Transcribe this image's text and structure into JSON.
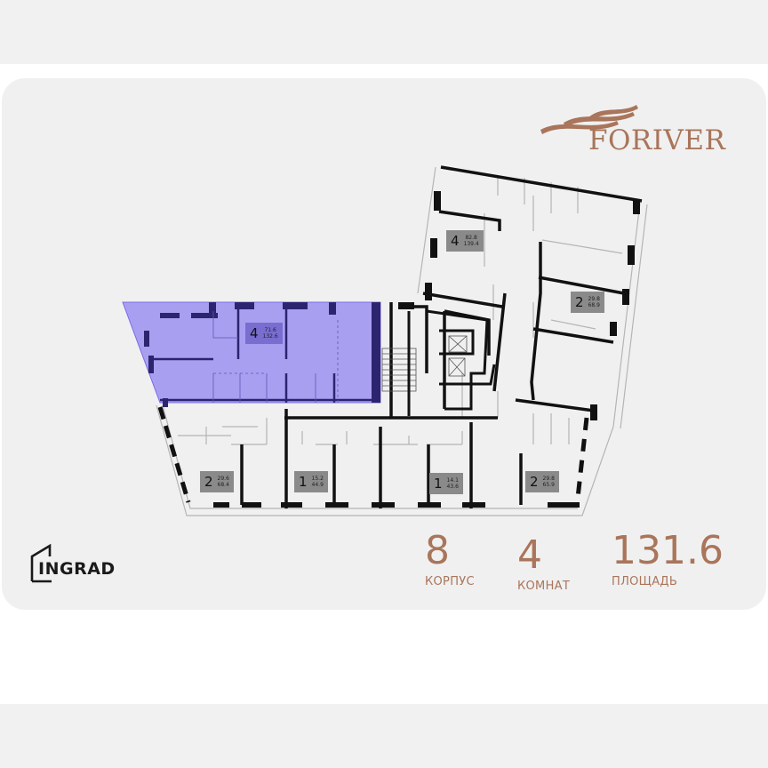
{
  "brand": {
    "logo_text": "FORIVER",
    "developer_logo_text": "INGRAD",
    "accent_color": "#a9755b",
    "highlight_color": "#8c80f0"
  },
  "stats": [
    {
      "value": "8",
      "label": "КОРПУС"
    },
    {
      "value": "4",
      "label": "КОМНАТ"
    },
    {
      "value": "131.6",
      "label": "ПЛОЩАДЬ"
    }
  ],
  "apartments": [
    {
      "rooms": "4",
      "living": "71.6",
      "total": "132.6",
      "selected": true
    },
    {
      "rooms": "4",
      "living": "82.8",
      "total": "139.4",
      "selected": false
    },
    {
      "rooms": "2",
      "living": "29.8",
      "total": "68.9",
      "selected": false
    },
    {
      "rooms": "2",
      "living": "29.6",
      "total": "68.4",
      "selected": false
    },
    {
      "rooms": "1",
      "living": "15.2",
      "total": "44.9",
      "selected": false
    },
    {
      "rooms": "1",
      "living": "14.1",
      "total": "43.6",
      "selected": false
    },
    {
      "rooms": "2",
      "living": "29.8",
      "total": "65.9",
      "selected": false
    }
  ]
}
